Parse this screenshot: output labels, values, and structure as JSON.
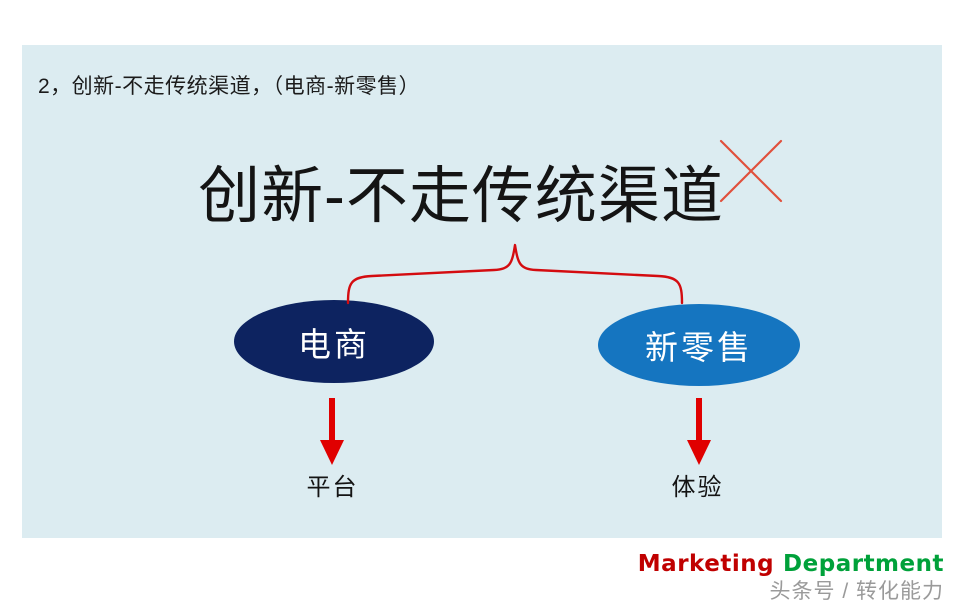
{
  "slide": {
    "background_color": "#dcecf1",
    "header": "2，创新-不走传统渠道，（电商-新零售）",
    "title": "创新-不走传统渠道",
    "cross_mark": {
      "name": "red-cross-mark",
      "color": "#e0503c"
    },
    "brace": {
      "name": "red-curly-brace",
      "color": "#d40c10"
    },
    "nodes": [
      {
        "id": "ecommerce",
        "label": "电商",
        "fill": "#0d2360",
        "text_color": "#ffffff",
        "caption": "平台",
        "arrow_color": "#e00000"
      },
      {
        "id": "newretail",
        "label": "新零售",
        "fill": "#1575c0",
        "text_color": "#ffffff",
        "caption": "体验",
        "arrow_color": "#e00000"
      }
    ]
  },
  "footer": {
    "brand_part1": "Marketing",
    "brand_part1_color": "#c00000",
    "brand_part2": "Department",
    "brand_part2_color": "#00a13a",
    "watermark": "头条号 / 转化能力",
    "watermark_color": "#9a9a9a"
  }
}
